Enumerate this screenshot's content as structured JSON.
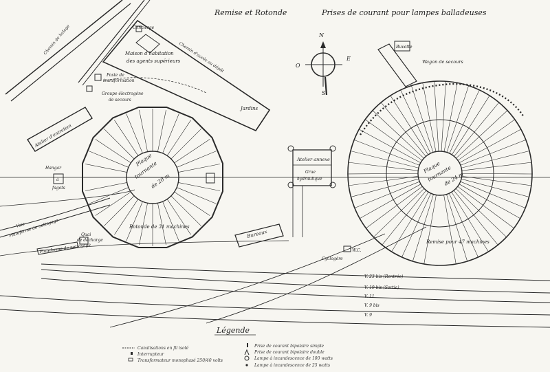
{
  "title": {
    "left": "Remise et Rotonde",
    "right": "Prises de courant pour lampes balladeuses"
  },
  "compass": {
    "north": "N",
    "south": "S",
    "east": "E",
    "west": "O"
  },
  "labels": {
    "concierge": "Concierge",
    "maison": "Maison d'habitation",
    "maison2": "des agents supérieurs",
    "poste": "Poste de",
    "poste2": "transformation",
    "groupe": "Groupe électrogène",
    "groupe2": "de secours",
    "jardin": "Jardins",
    "chemin_acces": "Chemin d'accès au dépôt",
    "chemin_halage": "Chemin de halage",
    "atelier_entretien": "Atelier d'entretien",
    "hangar": "Hangar",
    "hangar2": "à",
    "hangar3": "fagots",
    "plaque_left": "Plaque",
    "plaque_left2": "tournante",
    "plaque_left3": "de 20 m",
    "rotonde_name": "Rotonde de 31 machines",
    "quai_decharge": "Quai",
    "quai_decharge2": "de décharge",
    "voie_left": "Voie",
    "plateforme1": "Plateforme de nettoyage",
    "plateforme2": "Plateforme de nettoyage",
    "atelier_annexe": "Atelier annexe",
    "grue": "Grue",
    "grue2": "hydraulique",
    "bureaux": "Bureaux",
    "cyclogare": "Cyclogère",
    "wc": "W.C.",
    "buvette": "Buvette",
    "wagon_secours": "Wagon de secours",
    "plaque_right": "Plaque",
    "plaque_right2": "tournante",
    "plaque_right3": "de 24 m",
    "remise_name": "Remise pour 47 machines",
    "voie_23": "V. 23 bis (Rentrée)",
    "voie_19": "V. 19 bis (Sortie)",
    "voie_11": "V. 11",
    "voie_9bis": "V. 9 bis",
    "voie_9": "V. 9"
  },
  "legend": {
    "title": "Légende",
    "left": [
      "Canalisations en fil isolé",
      "Interrupteur",
      "Transformateur monophasé 250/40 volts"
    ],
    "right": [
      "Prise de courant bipolaire simple",
      "Prise de courant bipolaire double",
      "Lampe à incandescence de 100 watts",
      "Lampe à incandescence de 25 watts"
    ]
  },
  "colors": {
    "ink": "#2a2a2a",
    "paper": "#f7f6f1"
  }
}
